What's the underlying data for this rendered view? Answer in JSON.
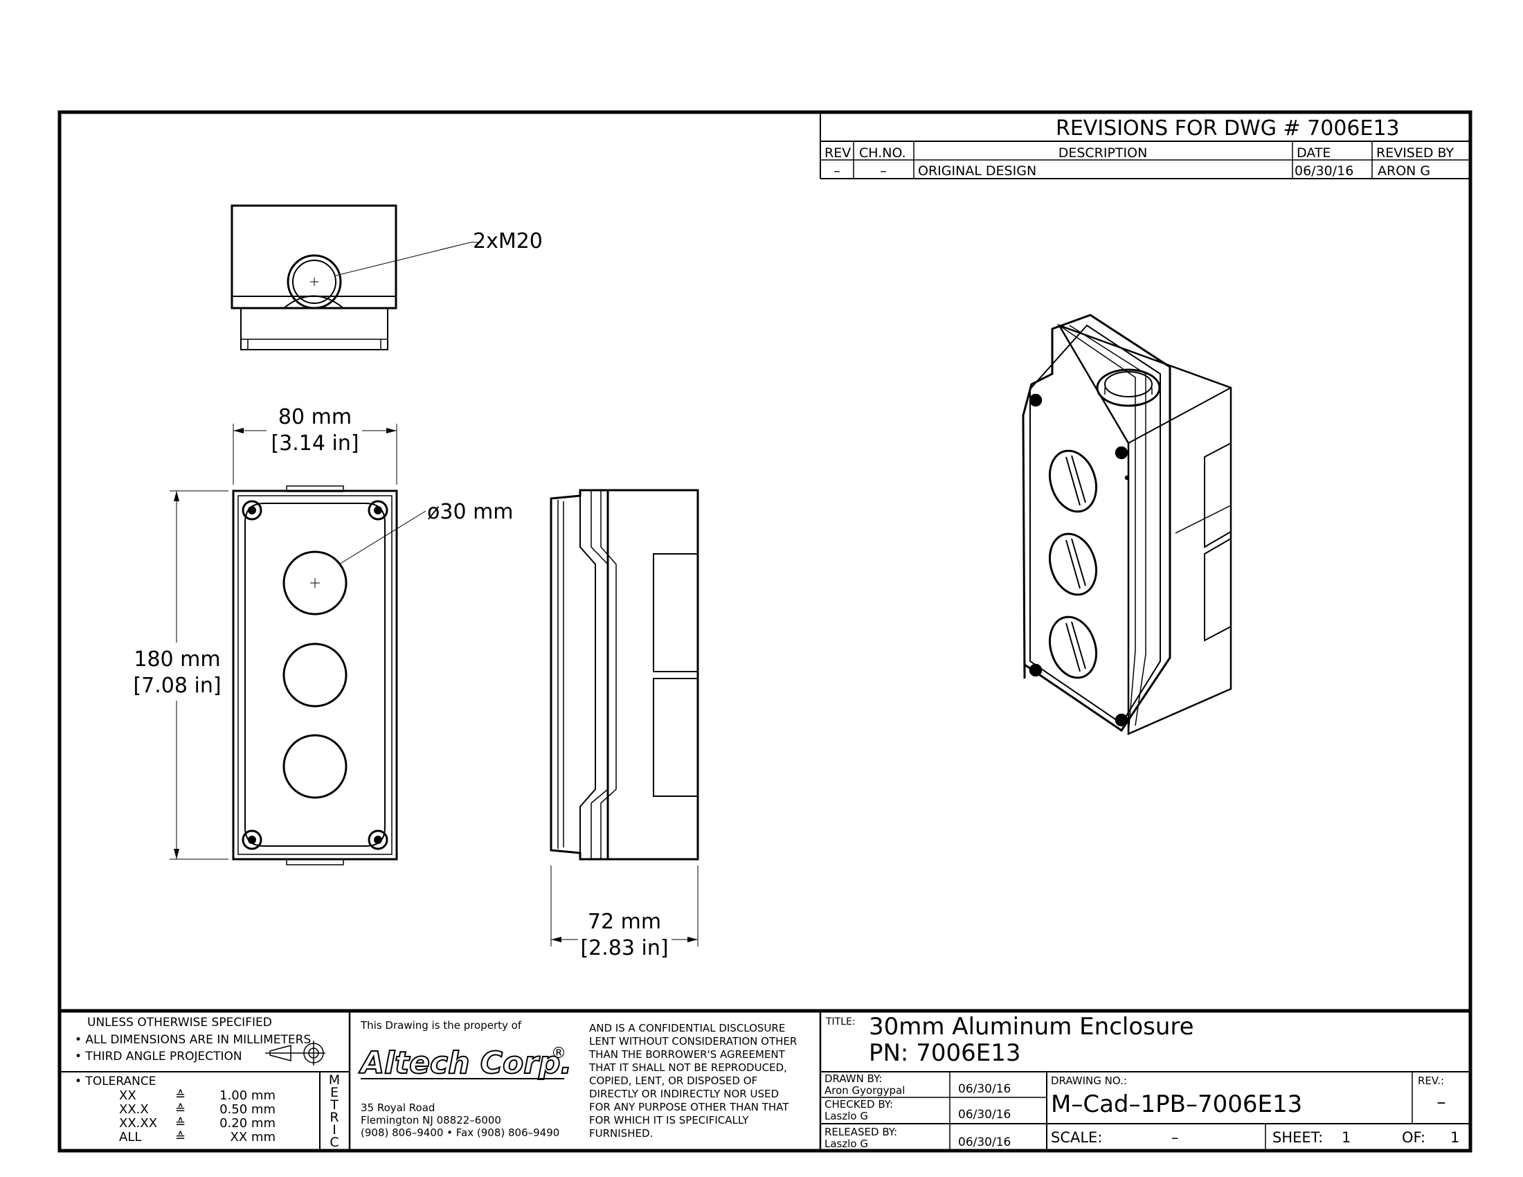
{
  "revisions": {
    "title": "REVISIONS  FOR  DWG  #  7006E13",
    "headers": {
      "rev": "REV",
      "chno": "CH.NO.",
      "description": "DESCRIPTION",
      "date": "DATE",
      "revised_by": "REVISED  BY"
    },
    "rows": [
      {
        "rev": "–",
        "chno": "–",
        "description": "ORIGINAL  DESIGN",
        "date": "06/30/16",
        "revised_by": "ARON  G"
      }
    ]
  },
  "callouts": {
    "conduit": "2xM20",
    "hole_dia": "ø30 mm",
    "width_mm": "80 mm",
    "width_in": "[3.14 in]",
    "height_mm": "180 mm",
    "height_in": "[7.08 in]",
    "depth_mm": "72 mm",
    "depth_in": "[2.83 in]"
  },
  "notes": {
    "unless": "UNLESS  OTHERWISE  SPECIFIED",
    "mm": "• ALL  DIMENSIONS  ARE  IN  MILLIMETERS",
    "projection": "• THIRD  ANGLE  PROJECTION",
    "tolerance_label": "• TOLERANCE",
    "tolerances": [
      {
        "fmt": "XX",
        "sym": "≙",
        "val": "1.00 mm"
      },
      {
        "fmt": "XX.X",
        "sym": "≙",
        "val": "0.50 mm"
      },
      {
        "fmt": "XX.XX",
        "sym": "≙",
        "val": "0.20 mm"
      },
      {
        "fmt": "ALL",
        "sym": "≙",
        "val": "XX mm"
      }
    ],
    "metric": [
      "M",
      "E",
      "T",
      "R",
      "I",
      "C"
    ]
  },
  "company": {
    "property_of": "This  Drawing  is  the  property  of",
    "logo": "Altech Corp.",
    "registered": "®",
    "address1": "35  Royal  Road",
    "address2": "Flemington  NJ  08822–6000",
    "phone": "(908)  806–9400 • Fax  (908)  806–9490",
    "disclosure": [
      "AND  IS  A  CONFIDENTIAL  DISCLOSURE",
      "LENT  WITHOUT  CONSIDERATION  OTHER",
      "THAN  THE  BORROWER'S  AGREEMENT",
      "THAT  IT  SHALL  NOT  BE  REPRODUCED,",
      "COPIED,  LENT,  OR  DISPOSED  OF",
      "DIRECTLY  OR  INDIRECTLY  NOR  USED",
      "FOR  ANY  PURPOSE  OTHER  THAN  THAT",
      "FOR  WHICH  IT  IS  SPECIFICALLY",
      "FURNISHED."
    ]
  },
  "title_block": {
    "title_label": "TITLE:",
    "title": "30mm  Aluminum  Enclosure",
    "pn": "PN:  7006E13",
    "drawn_label": "DRAWN  BY:",
    "drawn_name": "Aron  Gyorgypal",
    "drawn_date": "06/30/16",
    "checked_label": "CHECKED  BY:",
    "checked_name": "Laszlo  G",
    "checked_date": "06/30/16",
    "released_label": "RELEASED  BY:",
    "released_name": "Laszlo  G",
    "released_date": "06/30/16",
    "drawing_no_label": "DRAWING  NO.:",
    "drawing_no": "M–Cad–1PB–7006E13",
    "rev_label": "REV.:",
    "rev": "–",
    "scale_label": "SCALE:",
    "scale": "–",
    "sheet_label": "SHEET:",
    "sheet": "1",
    "of_label": "OF:",
    "of": "1"
  }
}
